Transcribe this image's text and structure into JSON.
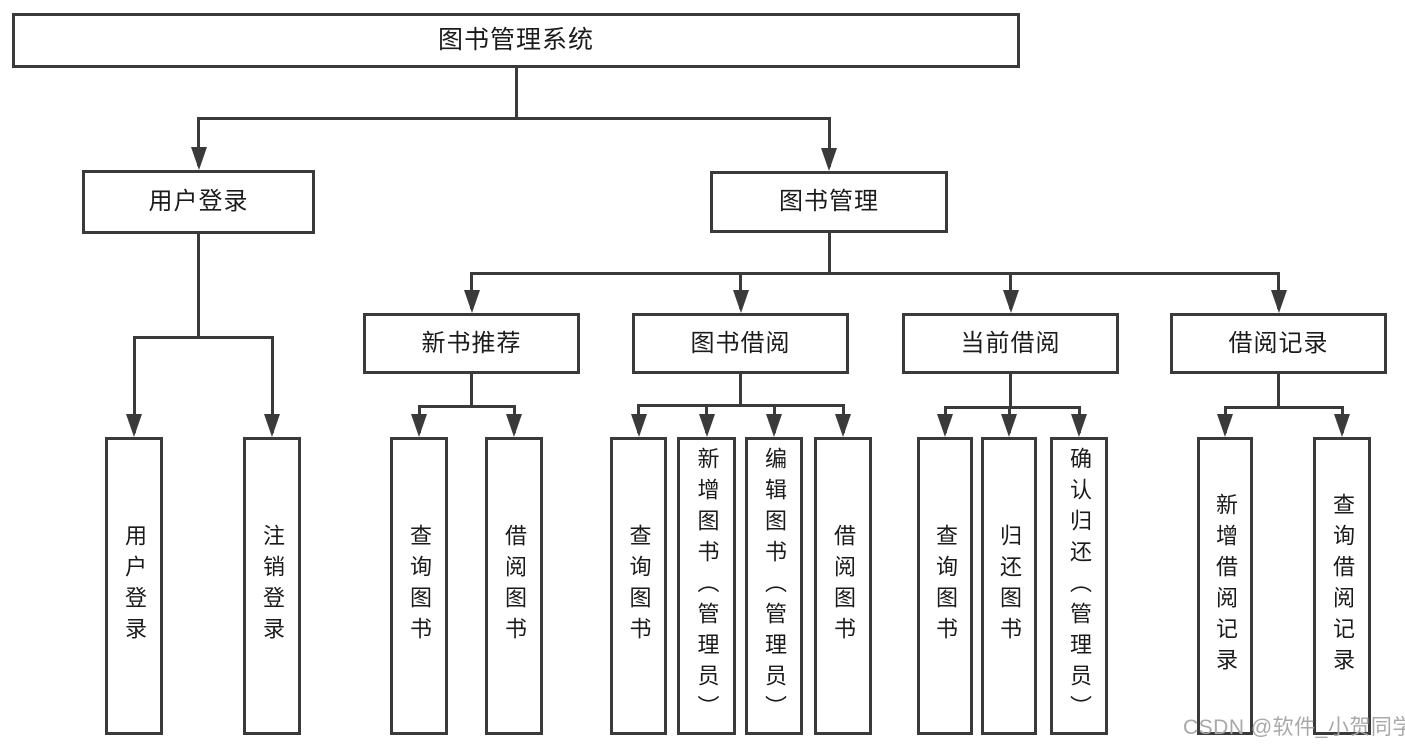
{
  "diagram": {
    "title": "图书管理系统",
    "watermark": "CSDN @软件_小贺同学",
    "colors": {
      "line": "#3a3a3a",
      "text": "#1b1b1b",
      "watermark": "#a9a9a9",
      "background": "#ffffff"
    },
    "tree": {
      "id": "root",
      "label": "图书管理系统",
      "children": [
        {
          "id": "user-login",
          "label": "用户登录",
          "children": [
            {
              "id": "leaf-user-login",
              "label": "用户登录"
            },
            {
              "id": "leaf-logout",
              "label": "注销登录"
            }
          ]
        },
        {
          "id": "book-management",
          "label": "图书管理",
          "children": [
            {
              "id": "new-book-recommend",
              "label": "新书推荐",
              "children": [
                {
                  "id": "leaf-nbr-query",
                  "label": "查询图书"
                },
                {
                  "id": "leaf-nbr-borrow",
                  "label": "借阅图书"
                }
              ]
            },
            {
              "id": "book-borrow",
              "label": "图书借阅",
              "children": [
                {
                  "id": "leaf-bb-query",
                  "label": "查询图书"
                },
                {
                  "id": "leaf-bb-add",
                  "label": "新增图书（管理员）"
                },
                {
                  "id": "leaf-bb-edit",
                  "label": "编辑图书（管理员）"
                },
                {
                  "id": "leaf-bb-borrow",
                  "label": "借阅图书"
                }
              ]
            },
            {
              "id": "current-borrow",
              "label": "当前借阅",
              "children": [
                {
                  "id": "leaf-cb-query",
                  "label": "查询图书"
                },
                {
                  "id": "leaf-cb-return",
                  "label": "归还图书"
                },
                {
                  "id": "leaf-cb-confirm",
                  "label": "确认归还（管理员）"
                }
              ]
            },
            {
              "id": "borrow-records",
              "label": "借阅记录",
              "children": [
                {
                  "id": "leaf-br-add",
                  "label": "新增借阅记录"
                },
                {
                  "id": "leaf-br-query",
                  "label": "查询借阅记录"
                }
              ]
            }
          ]
        }
      ]
    }
  }
}
